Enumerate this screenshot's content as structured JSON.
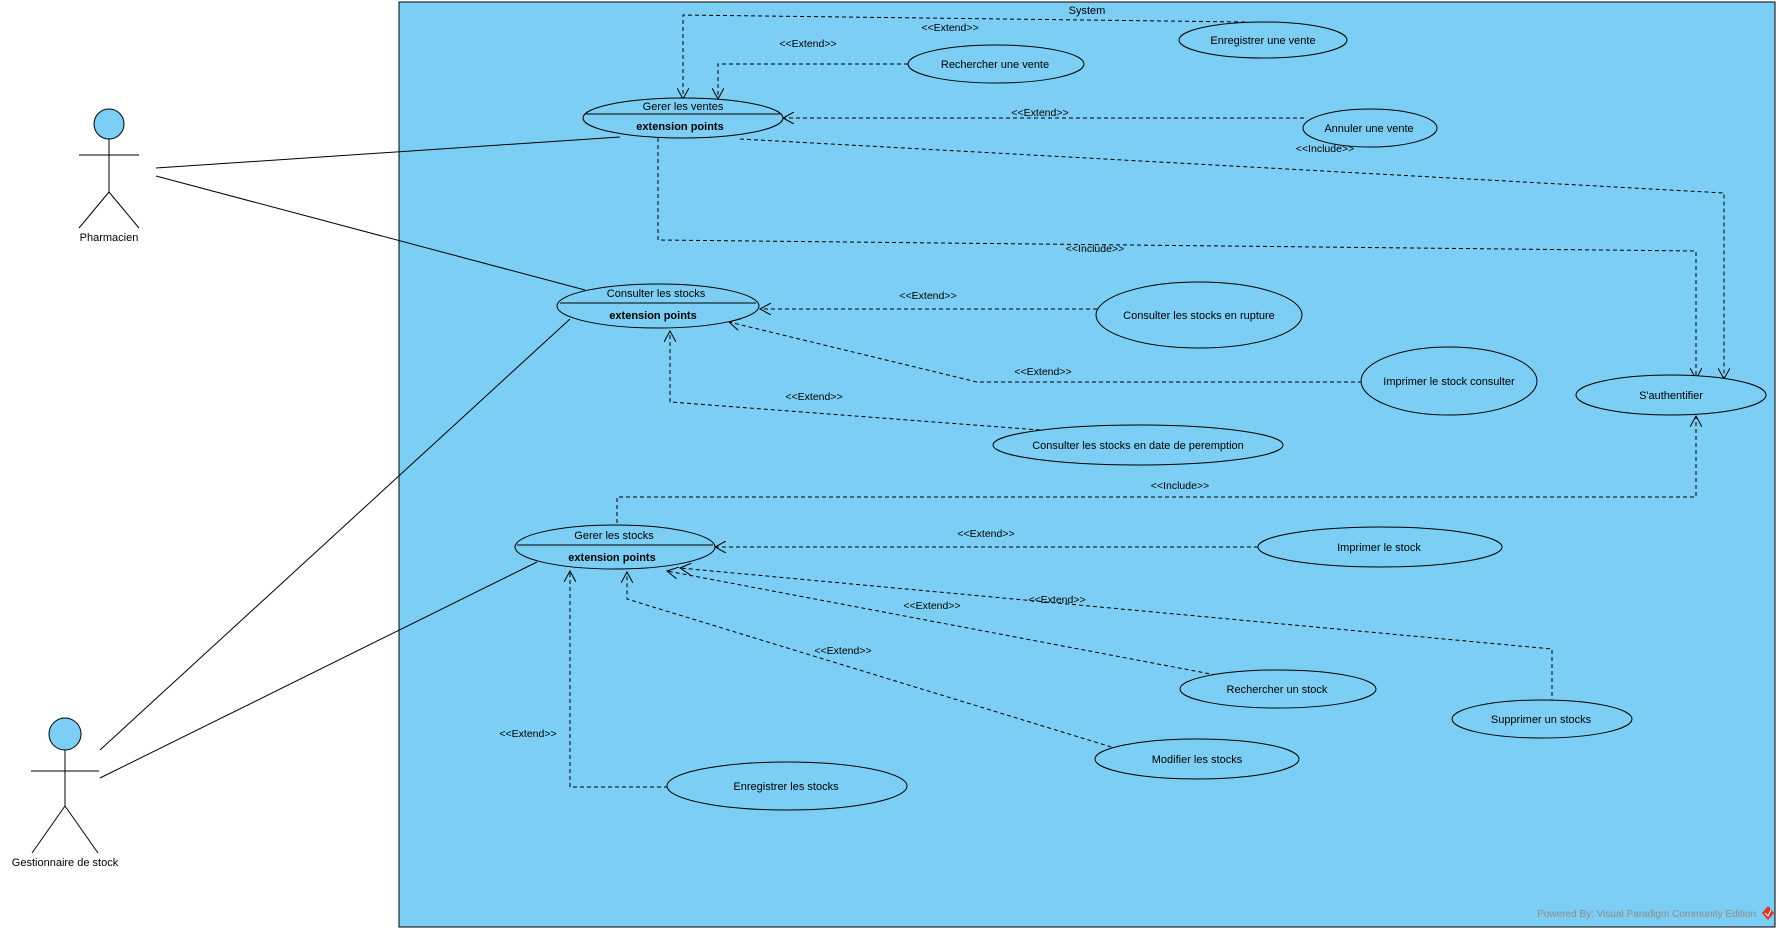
{
  "colors": {
    "system_fill": "#7ccef4",
    "use_case_fill": "#7ccef4",
    "actor_fill": "#7ccef4",
    "line": "#000000",
    "watermark_text": "#8c8c8c",
    "watermark_logo": "#d9342b"
  },
  "system": {
    "title": "System"
  },
  "actors": {
    "pharmacien": "Pharmacien",
    "gestionnaire": "Gestionnaire de stock"
  },
  "use_cases": {
    "gerer_ventes": {
      "name": "Gerer les ventes",
      "extension": "extension points"
    },
    "consulter_stocks": {
      "name": "Consulter les stocks",
      "extension": "extension points"
    },
    "gerer_stocks": {
      "name": "Gerer les stocks",
      "extension": "extension points"
    },
    "enregistrer_vente": "Enregistrer une vente",
    "rechercher_vente": "Rechercher une vente",
    "annuler_vente": "Annuler une vente",
    "authentifier": "S'authentifier",
    "stocks_rupture": "Consulter les stocks en rupture",
    "imprimer_stock_consulter": "Imprimer le stock consulter",
    "stocks_peremption": "Consulter les stocks en date de peremption",
    "imprimer_stock": "Imprimer le stock",
    "rechercher_stock": "Rechercher un stock",
    "supprimer_stocks": "Supprimer un stocks",
    "modifier_stocks": "Modifier les stocks",
    "enregistrer_stocks": "Enregistrer les stocks"
  },
  "relations": {
    "extend_enregistrer_vente": "<<Extend>>",
    "extend_rechercher_vente": "<<Extend>>",
    "extend_annuler_vente": "<<Extend>>",
    "include_ventes_auth_right": "<<Include>>",
    "include_ventes_auth_low": "<<Include>>",
    "extend_rupture": "<<Extend>>",
    "extend_imprimer_consulter": "<<Extend>>",
    "extend_peremption": "<<Extend>>",
    "include_stocks_auth": "<<Include>>",
    "extend_imprimer_stock": "<<Extend>>",
    "extend_supprimer": "<<Extend>>",
    "extend_rechercher_stock": "<<Extend>>",
    "extend_modifier": "<<Extend>>",
    "extend_enregistrer_stocks": "<<Extend>>"
  },
  "watermark": "Powered By: Visual Paradigm Community Edition"
}
